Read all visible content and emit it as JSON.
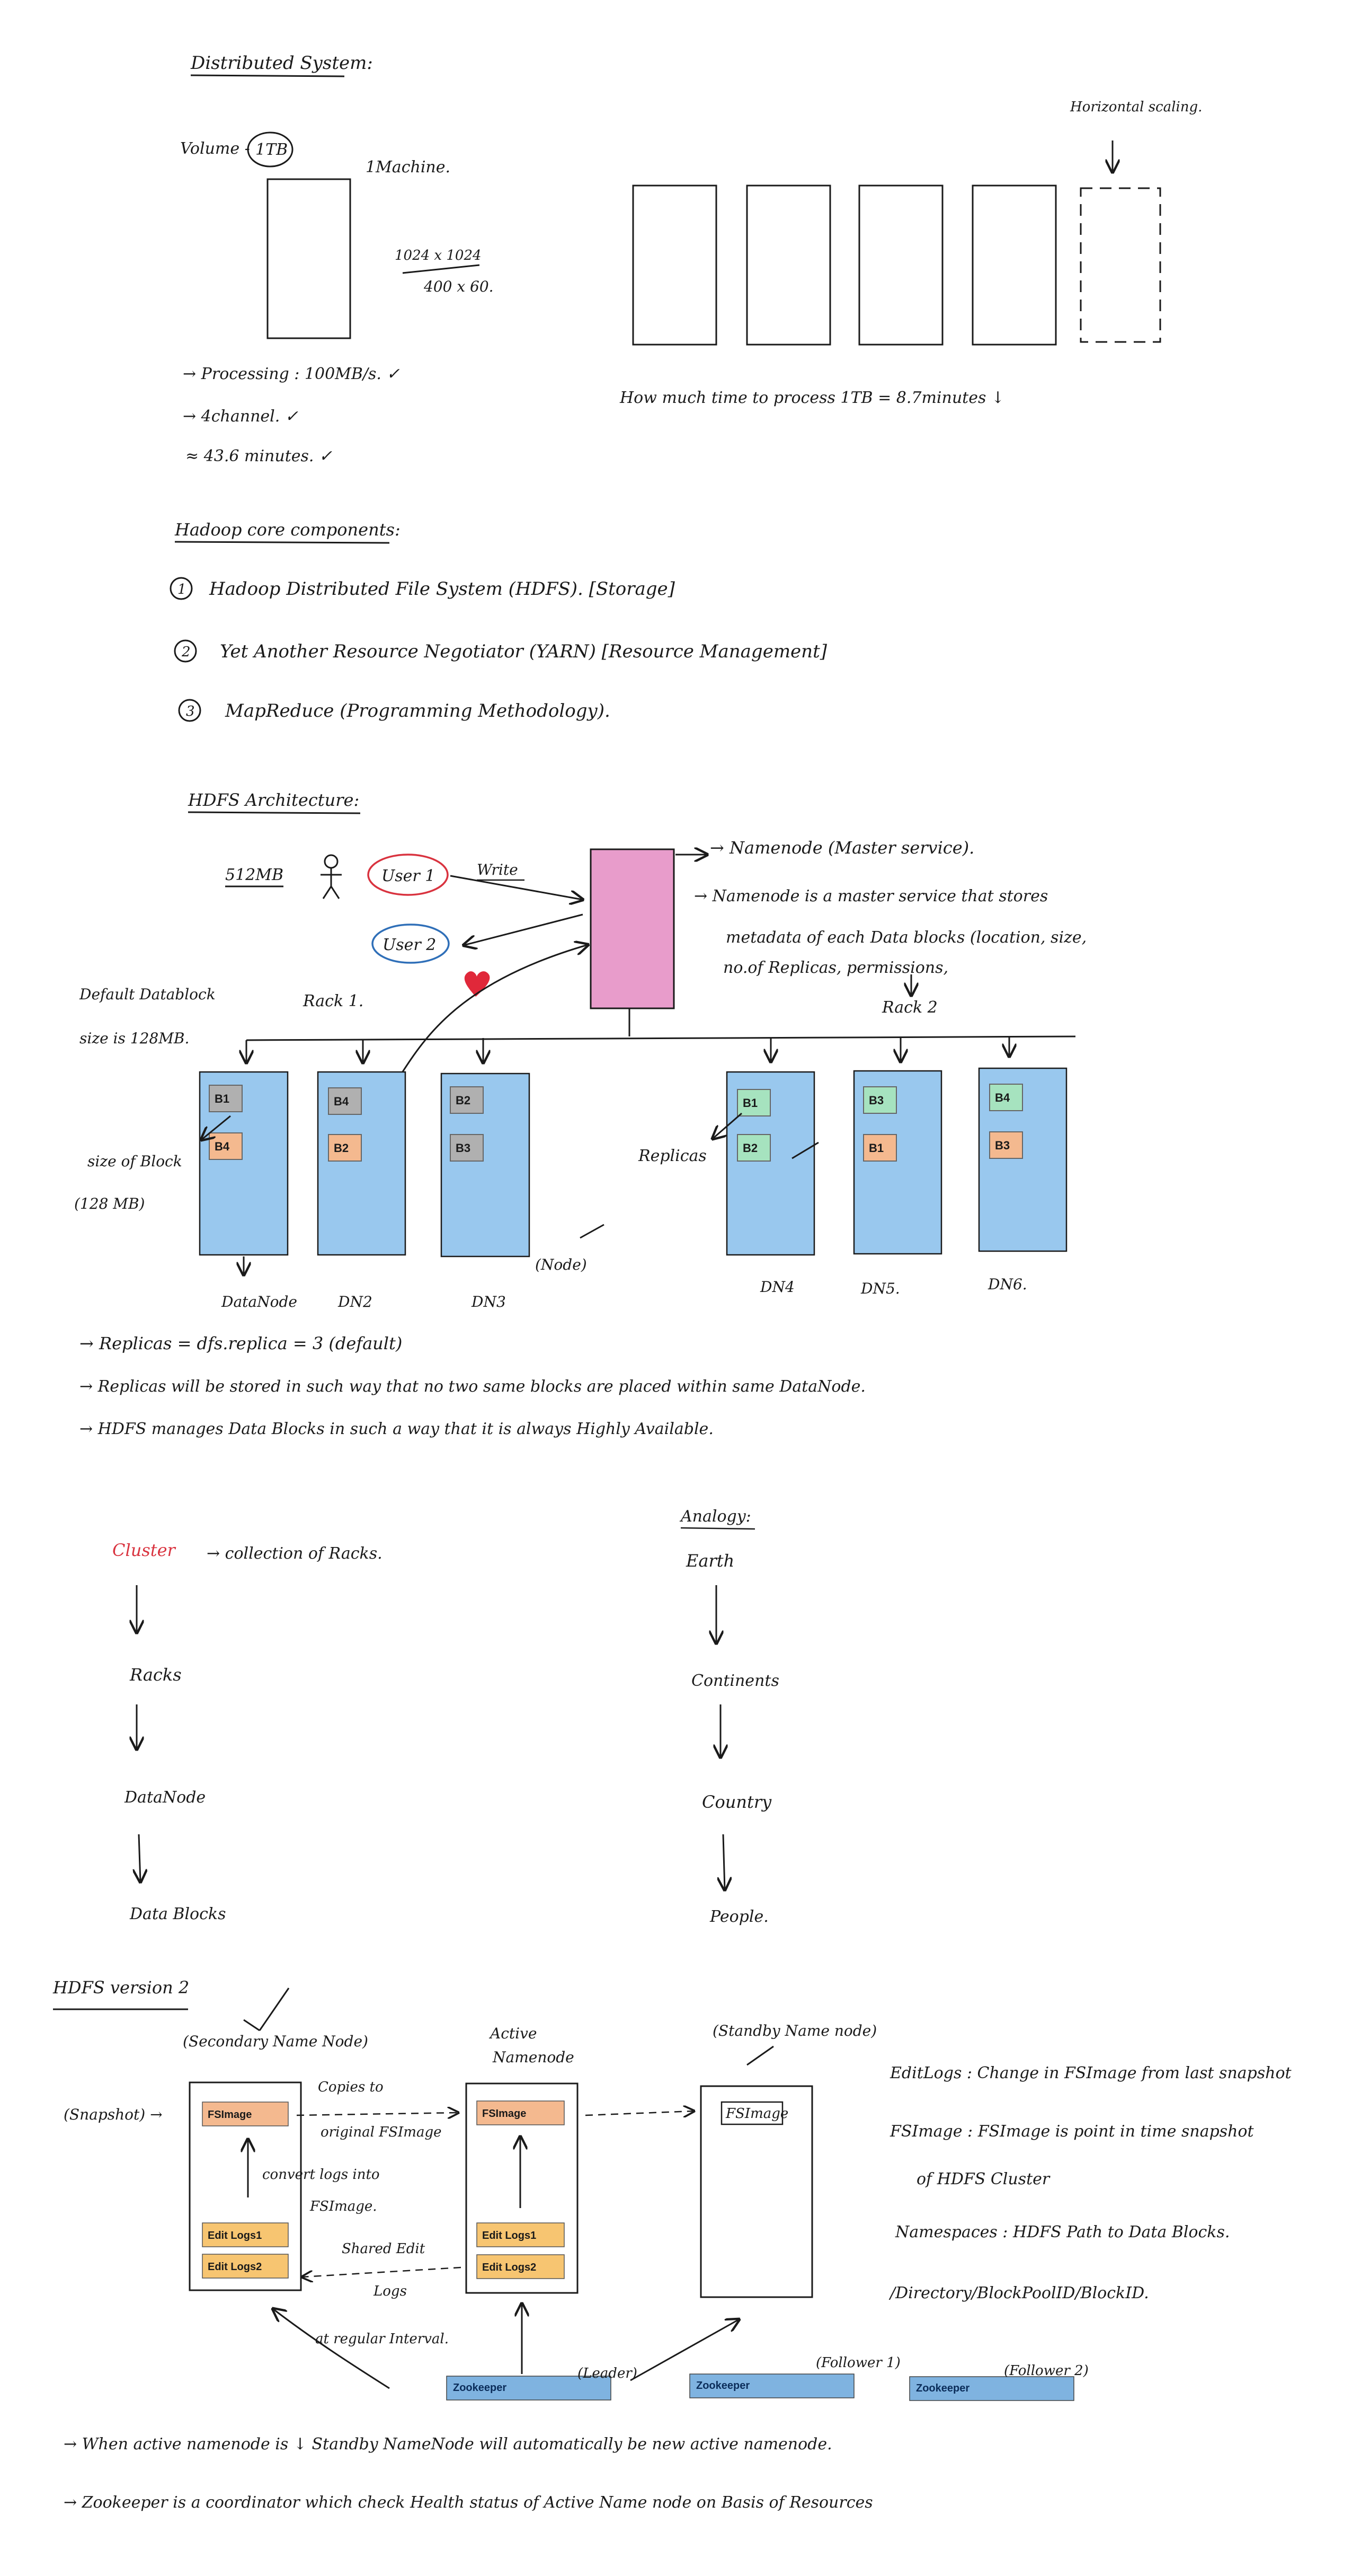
{
  "section1": {
    "title": "Distributed System:",
    "volume_label": "Volume -",
    "volume_value": "1TB",
    "machine_label": "1Machine.",
    "calc_line1": "1024 x 1024",
    "calc_line2": "400 x 60.",
    "notes": [
      "→ Processing : 100MB/s. ✓",
      "→ 4channel. ✓",
      "≈ 43.6 minutes. ✓"
    ],
    "horizontal_scaling": "Horizontal scaling.",
    "time_note": "How much time to process 1TB = 8.7minutes ↓"
  },
  "section2": {
    "title": "Hadoop core components:",
    "items": [
      {
        "num": "1",
        "text": "Hadoop Distributed File System (HDFS). [Storage]"
      },
      {
        "num": "2",
        "text": "Yet Another Resource Negotiator (YARN) [Resource Management]"
      },
      {
        "num": "3",
        "text": "MapReduce (Programming Methodology)."
      }
    ]
  },
  "section3": {
    "title": "HDFS Architecture:",
    "size_label": "512MB",
    "user1": "User 1",
    "user2": "User 2",
    "write_label": "Write",
    "namenode_line": "→ Namenode (Master service).",
    "namenode_desc": [
      "→ Namenode is a master service that stores",
      "metadata of each Data blocks (location, size,",
      "no.of Replicas, permissions,"
    ],
    "default_block": [
      "Default Datablock",
      "size is 128MB."
    ],
    "rack1": "Rack 1.",
    "rack2": "Rack 2",
    "size_of_block": [
      "size of Block",
      "(128 MB)"
    ],
    "replicas": "Replicas",
    "node": "(Node)",
    "datanodes": [
      {
        "label": "DataNode",
        "blocks": [
          {
            "name": "B1",
            "color": "#b0b0b0"
          },
          {
            "name": "B4",
            "color": "#f4b98f"
          }
        ]
      },
      {
        "label": "DN2",
        "blocks": [
          {
            "name": "B4",
            "color": "#b0b0b0"
          },
          {
            "name": "B2",
            "color": "#f4b98f"
          }
        ]
      },
      {
        "label": "DN3",
        "blocks": [
          {
            "name": "B2",
            "color": "#b0b0b0"
          },
          {
            "name": "B3",
            "color": "#b0b0b0"
          }
        ]
      },
      {
        "label": "DN4",
        "blocks": [
          {
            "name": "B1",
            "color": "#a6e3bf"
          },
          {
            "name": "B2",
            "color": "#a6e3bf"
          }
        ]
      },
      {
        "label": "DN5.",
        "blocks": [
          {
            "name": "B3",
            "color": "#a6e3bf"
          },
          {
            "name": "B1",
            "color": "#f4b98f"
          }
        ]
      },
      {
        "label": "DN6.",
        "blocks": [
          {
            "name": "B4",
            "color": "#a6e3bf"
          },
          {
            "name": "B3",
            "color": "#f4b98f"
          }
        ]
      }
    ],
    "rules": [
      "→ Replicas = dfs.replica = 3 (default)",
      "→ Replicas will be stored in such way that no two same blocks are placed within same DataNode.",
      "→ HDFS manages Data Blocks in such a way that it is always Highly Available."
    ]
  },
  "section4": {
    "cluster": "Cluster",
    "cluster_desc": "→ collection of Racks.",
    "left_chain": [
      "Racks",
      "DataNode",
      "Data Blocks"
    ],
    "analogy_title": "Analogy:",
    "right_chain": [
      "Earth",
      "Continents",
      "Country",
      "People."
    ]
  },
  "section5": {
    "title": "HDFS version 2",
    "secondary": "(Secondary Name Node)",
    "active": [
      "Active",
      "Namenode"
    ],
    "standby": "(Standby Name node)",
    "snapshot": "(Snapshot) →",
    "fsimage": "FSImage",
    "edit_logs1": "Edit Logs1",
    "edit_logs2": "Edit Logs2",
    "fsimage_hw": "FSImage",
    "copies_to": [
      "Copies to",
      "original FSImage"
    ],
    "convert": [
      "convert logs into",
      "FSImage."
    ],
    "shared_edit": [
      "Shared Edit",
      "Logs",
      "at regular Interval."
    ],
    "zookeeper": "Zookeeper",
    "leader": "(Leader)",
    "follower1": "(Follower 1)",
    "follower2": "(Follower 2)",
    "defs": [
      "EditLogs : Change in FSImage from last snapshot",
      "FSImage : FSImage is point in time snapshot",
      "of HDFS Cluster",
      "Namespaces : HDFS Path to Data Blocks.",
      "/Directory/BlockPoolID/BlockID."
    ],
    "bottom_notes": [
      "→ When active namenode is ↓ Standby NameNode will automatically be new active namenode.",
      "→ Zookeeper is a coordinator which check Health status of Active Name node on Basis of Resources"
    ]
  },
  "colors": {
    "namenode_pink": "#e89ccb",
    "datanode_blue": "#99c8ee",
    "zookeeper_blue": "#7fb3e0",
    "fsimage_orange": "#f4b98f",
    "editlog_yellow": "#f7c571",
    "user1_red": "#d9333f",
    "user2_blue": "#2f6fb8",
    "heart_red": "#e0283a"
  }
}
